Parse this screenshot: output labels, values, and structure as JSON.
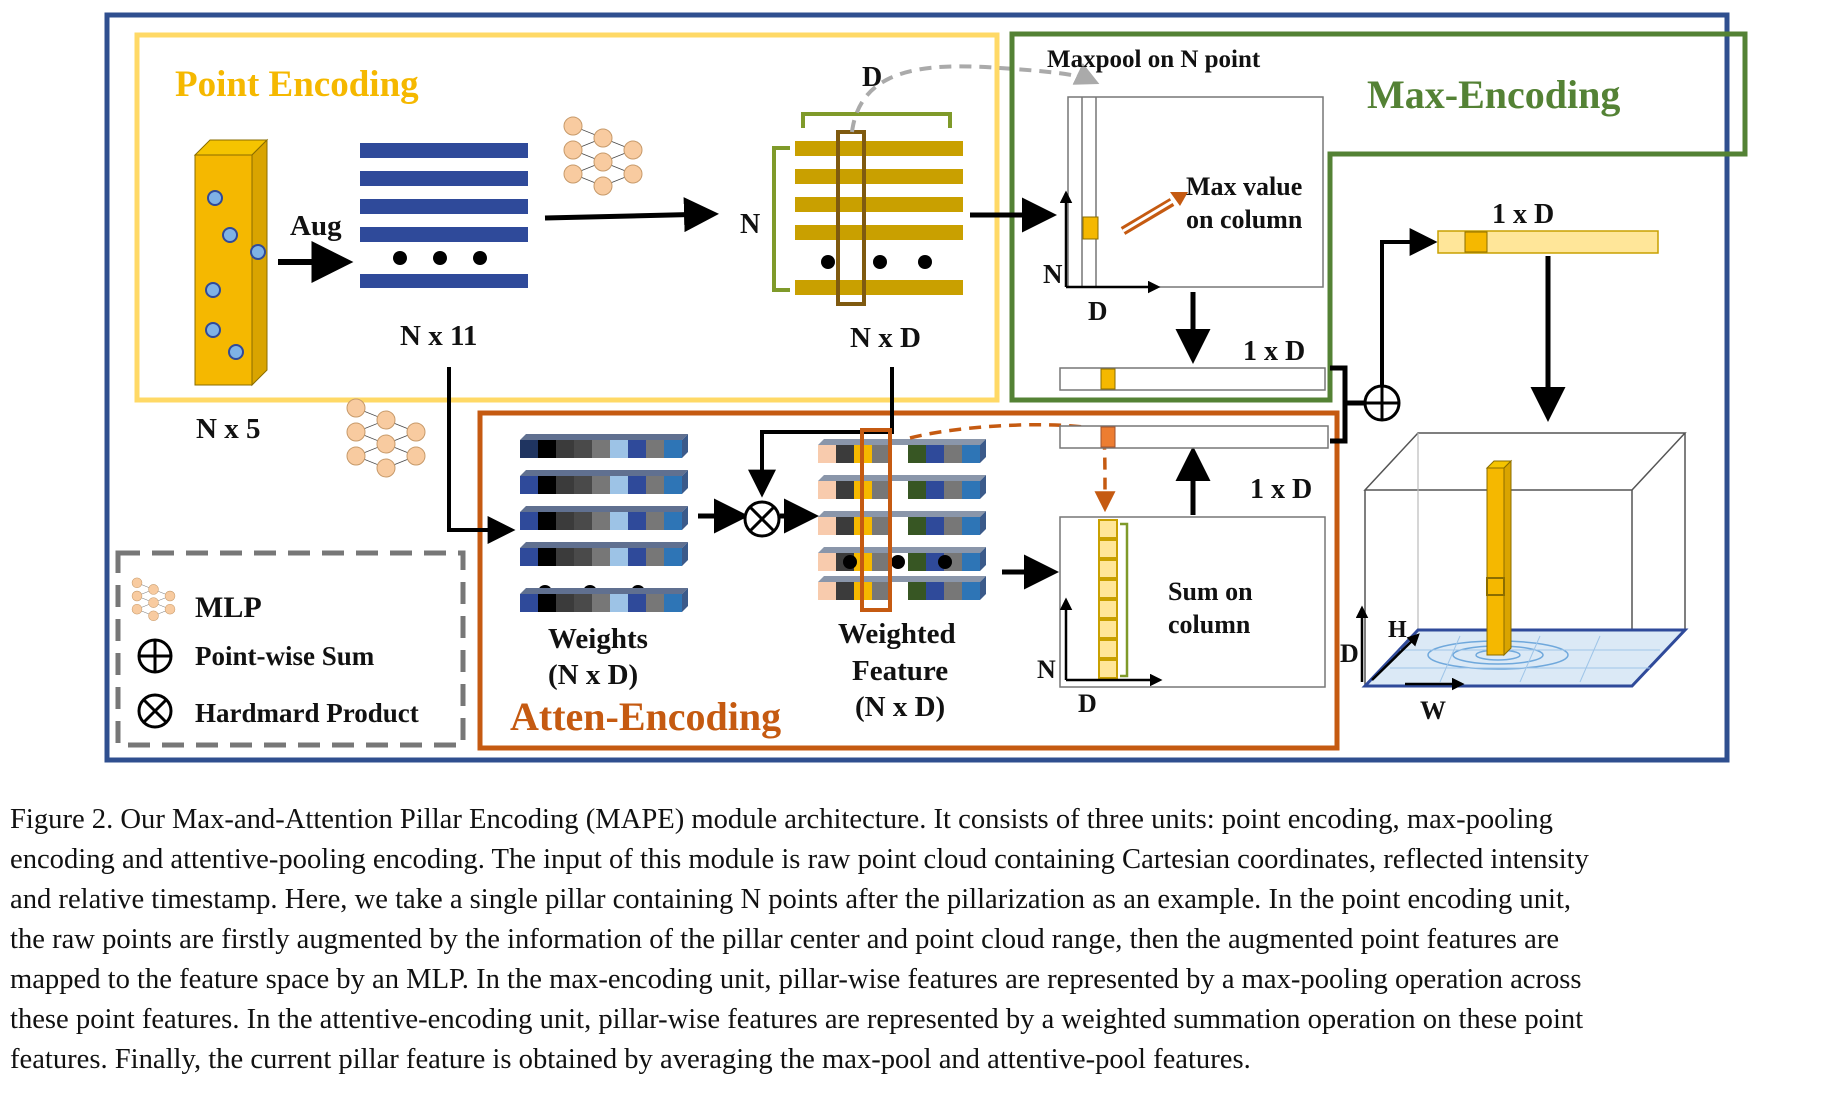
{
  "units": {
    "point_encoding": "Point Encoding",
    "max_encoding": "Max-Encoding",
    "atten_encoding": "Atten-Encoding"
  },
  "labels": {
    "n_x_5": "N x 5",
    "aug": "Aug",
    "n_x_11": "N x 11",
    "d_top": "D",
    "n_side": "N",
    "n_x_d": "N x D",
    "maxpool": "Maxpool  on N point",
    "max_value_1": "Max value",
    "max_value_2": "on column",
    "axis_n": "N",
    "axis_d": "D",
    "one_x_d_a": "1 x D",
    "one_x_d_b": "1 x D",
    "one_x_d_c": "1 x D",
    "weights_1": "Weights",
    "weights_2": "(N x D)",
    "weighted_1": "Weighted",
    "weighted_2": "Feature",
    "weighted_3": "(N x D)",
    "sum_1": "Sum on",
    "sum_2": "column",
    "axis_n2": "N",
    "axis_d2": "D",
    "box_d": "D",
    "box_h": "H",
    "box_w": "W"
  },
  "legend": {
    "mlp": "MLP",
    "sum": "Point-wise Sum",
    "product": "Hardmard Product"
  },
  "caption": {
    "lines": [
      "Figure 2.  Our Max-and-Attention Pillar Encoding (MAPE) module architecture.  It consists of three units: point encoding, max-pooling",
      "encoding and attentive-pooling encoding. The input of this module is raw point cloud containing Cartesian coordinates, reflected intensity",
      "and relative timestamp. Here, we take a single pillar containing N points after the pillarization as an example. In the point encoding unit,",
      "the raw points are firstly augmented by the information of the pillar center and point cloud range, then the augmented point features are",
      "mapped to the feature space by an MLP. In the max-encoding unit, pillar-wise features are represented by a max-pooling operation across",
      "these point features. In the attentive-encoding unit, pillar-wise features are represented by a weighted summation operation on these point",
      "features. Finally, the current pillar feature is obtained by averaging the max-pool and attentive-pool features."
    ]
  },
  "colors": {
    "outer_border": "#2f4f8f",
    "point_encoding": "#ffd966",
    "point_encoding_text": "#f5b800",
    "max_encoding": "#548235",
    "atten_encoding": "#c55a11",
    "gold": "#f5b800",
    "navy": "#2f4a9a",
    "mlp_node": "#f8cba0"
  }
}
